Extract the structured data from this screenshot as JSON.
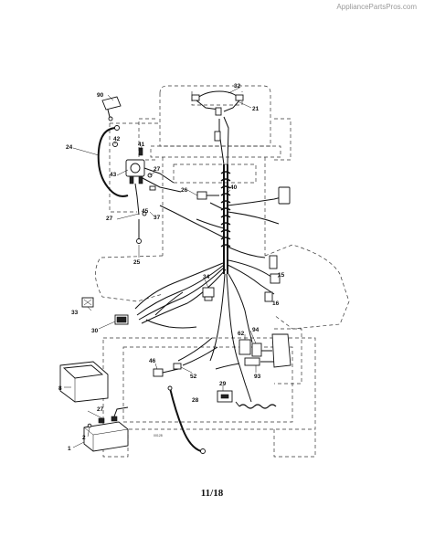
{
  "watermark": "AppliancePartsPros.com",
  "page_number": "11/18",
  "drawing_code": "00128",
  "callouts": [
    {
      "id": "c32",
      "text": "32"
    },
    {
      "id": "c21",
      "text": "21"
    },
    {
      "id": "c90",
      "text": "90"
    },
    {
      "id": "c42",
      "text": "42"
    },
    {
      "id": "c41",
      "text": "41"
    },
    {
      "id": "c24",
      "text": "24"
    },
    {
      "id": "c43",
      "text": "43"
    },
    {
      "id": "c27a",
      "text": "27"
    },
    {
      "id": "c26",
      "text": "26"
    },
    {
      "id": "c40",
      "text": "40"
    },
    {
      "id": "c27b",
      "text": "27"
    },
    {
      "id": "c45",
      "text": "45"
    },
    {
      "id": "c37",
      "text": "37"
    },
    {
      "id": "c25",
      "text": "25"
    },
    {
      "id": "c34",
      "text": "34"
    },
    {
      "id": "c15",
      "text": "15"
    },
    {
      "id": "c16",
      "text": "16"
    },
    {
      "id": "c33",
      "text": "33"
    },
    {
      "id": "c30",
      "text": "30"
    },
    {
      "id": "c62",
      "text": "62"
    },
    {
      "id": "c94",
      "text": "94"
    },
    {
      "id": "c93",
      "text": "93"
    },
    {
      "id": "c46",
      "text": "46"
    },
    {
      "id": "c52",
      "text": "52"
    },
    {
      "id": "c29",
      "text": "29"
    },
    {
      "id": "c8",
      "text": "8"
    },
    {
      "id": "c28",
      "text": "28"
    },
    {
      "id": "c27c",
      "text": "27"
    },
    {
      "id": "c2",
      "text": "2"
    },
    {
      "id": "c1",
      "text": "1"
    }
  ]
}
